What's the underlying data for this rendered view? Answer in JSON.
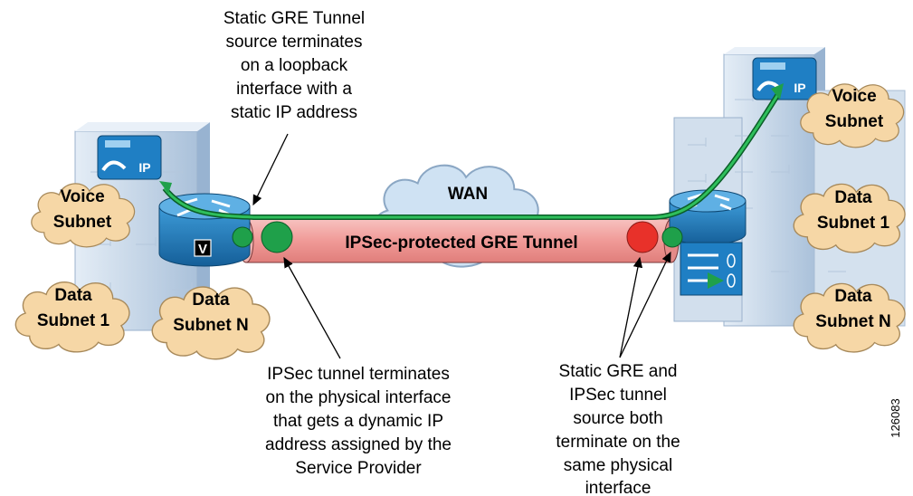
{
  "annotations": {
    "top_left": [
      "Static GRE Tunnel",
      "source terminates",
      "on a loopback",
      "interface with a",
      "static IP address"
    ],
    "bottom_center": [
      "IPSec tunnel terminates",
      "on the physical interface",
      "that gets a dynamic IP",
      "address assigned by the",
      "Service Provider"
    ],
    "bottom_right": [
      "Static GRE and",
      "IPSec tunnel",
      "source both",
      "terminate on the",
      "same physical",
      "interface"
    ]
  },
  "cloud_labels": {
    "wan": "WAN",
    "left_voice": [
      "Voice",
      "Subnet"
    ],
    "left_data1": [
      "Data",
      "Subnet 1"
    ],
    "left_datan": [
      "Data",
      "Subnet N"
    ],
    "right_voice": [
      "Voice",
      "Subnet"
    ],
    "right_data1": [
      "Data",
      "Subnet 1"
    ],
    "right_datan": [
      "Data",
      "Subnet N"
    ]
  },
  "tunnel_label": "IPSec-protected GRE Tunnel",
  "phone_label": "IP",
  "router_badge": "V",
  "figure_id": "126083",
  "colors": {
    "tunnel_fill": "#f2a6a4",
    "green_path": "#1fa04a",
    "red_endpoint": "#e8312a",
    "cloud_tan": "#f6d7a6",
    "wan_cloud": "#cfe2f3",
    "building": "#c9d9ea",
    "router_blue": "#1f7fc4"
  }
}
